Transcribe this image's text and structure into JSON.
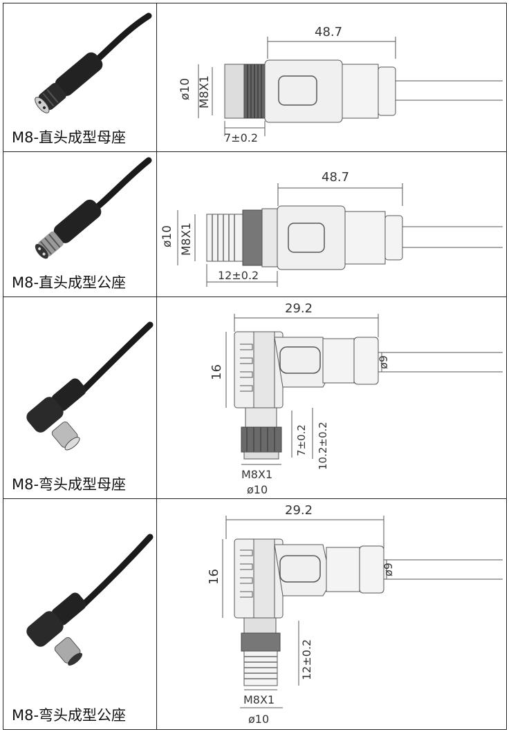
{
  "rows": [
    {
      "caption": "M8-直头成型母座",
      "dims": {
        "length": "48.7",
        "dia": "ø10",
        "thread": "M8X1",
        "tol": "7±0.2"
      }
    },
    {
      "caption": "M8-直头成型公座",
      "dims": {
        "length": "48.7",
        "dia": "ø10",
        "thread": "M8X1",
        "tol": "12±0.2"
      }
    },
    {
      "caption": "M8-弯头成型母座",
      "dims": {
        "length": "29.2",
        "height": "16",
        "cable": "ø9",
        "tol_a": "7±0.2",
        "tol_b": "10.2±0.2",
        "thread": "M8X1",
        "dia": "ø10"
      }
    },
    {
      "caption": "M8-弯头成型公座",
      "dims": {
        "length": "29.2",
        "height": "16",
        "cable": "ø9",
        "tol_b": "12±0.2",
        "thread": "M8X1",
        "dia": "ø10"
      }
    }
  ],
  "colors": {
    "border": "#222222",
    "cable": "#1a1a1a",
    "line": "#555555"
  }
}
